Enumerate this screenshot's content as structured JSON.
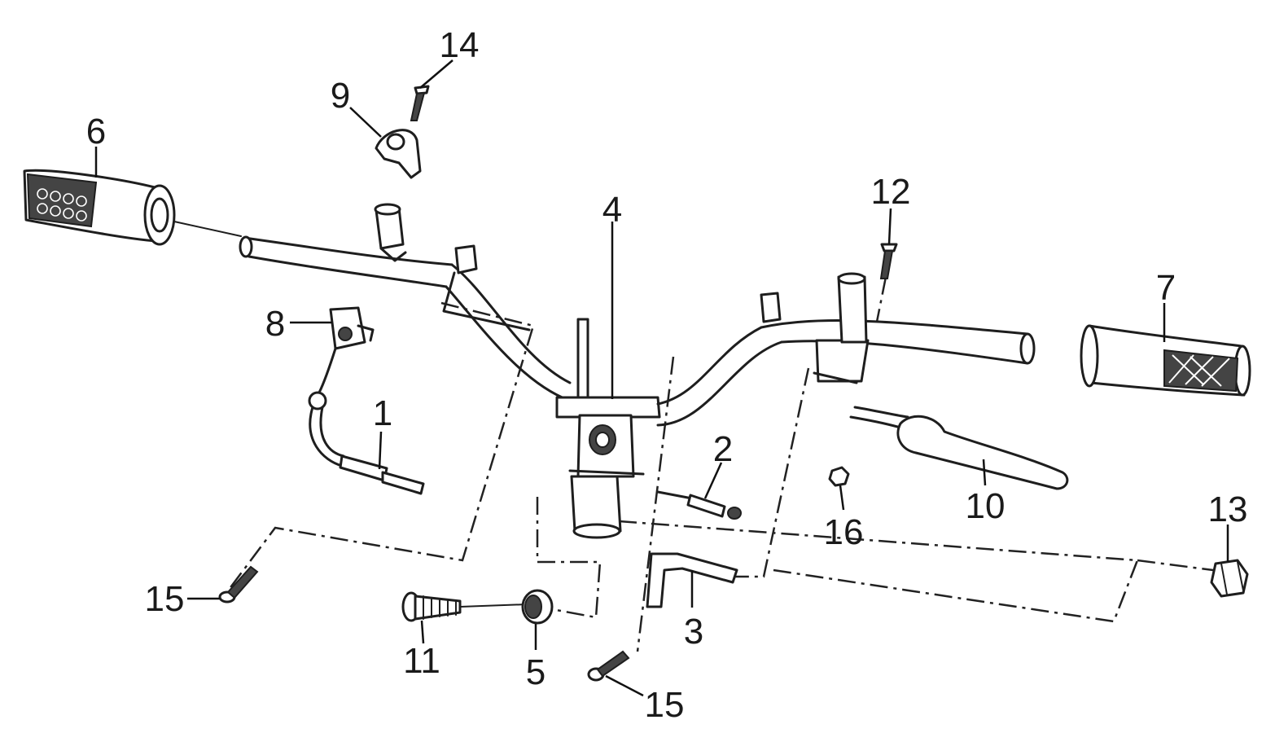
{
  "callouts": {
    "p1": "1",
    "p2": "2",
    "p3": "3",
    "p4": "4",
    "p5": "5",
    "p6": "6",
    "p7": "7",
    "p8": "8",
    "p9": "9",
    "p10": "10",
    "p11": "11",
    "p12": "12",
    "p13": "13",
    "p14": "14",
    "p15a": "15",
    "p15b": "15",
    "p16": "16"
  }
}
